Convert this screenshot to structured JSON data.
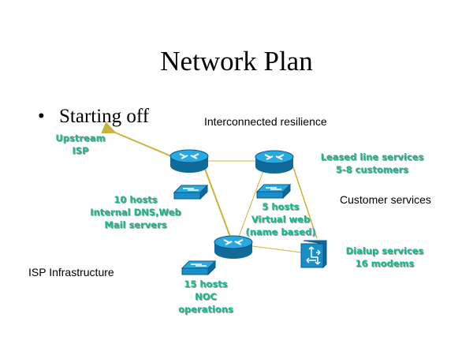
{
  "title": "Network Plan",
  "bullet": {
    "marker": "•",
    "text": "Starting off"
  },
  "section_labels": {
    "interconnected": "Interconnected resilience",
    "customer_services": "Customer services",
    "isp_infrastructure": "ISP Infrastructure"
  },
  "nodes": {
    "upstream": {
      "lines": [
        "Upstream",
        "ISP"
      ]
    },
    "internal_hosts": {
      "lines": [
        "10 hosts",
        "Internal DNS,Web",
        "Mail servers"
      ]
    },
    "leased_line": {
      "lines": [
        "Leased line services",
        "5-8 customers"
      ]
    },
    "virtual_web": {
      "lines": [
        "5 hosts",
        "Virtual web",
        "(name based)"
      ]
    },
    "dialup": {
      "lines": [
        "Dialup services",
        "16 modems"
      ]
    },
    "noc": {
      "lines": [
        "15 hosts",
        "NOC",
        "operations"
      ]
    }
  },
  "colors": {
    "label_green": "#1ab88f",
    "link_gold": "#c8b43c",
    "device_blue": "#1a8ec8"
  }
}
